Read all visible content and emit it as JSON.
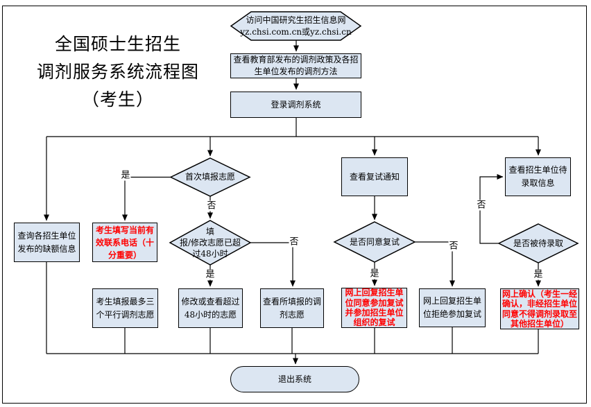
{
  "title": "全国硕士生招生\n调剂服务系统流程图\n（考生）",
  "labels": {
    "yes": "是",
    "no": "否"
  },
  "colors": {
    "node_fill": "#dce6f2",
    "node_border": "#000000",
    "red_text": "#ff0000"
  },
  "nodes": {
    "visit": {
      "shape": "hexagon",
      "text": "访问中国研究生招生信息网\nyz.chsi.com.cn或yz.chsi.cn"
    },
    "policy": {
      "shape": "process",
      "text": "查看教育部发布的调剂政策及各招\n生单位发布的调剂方法"
    },
    "login": {
      "shape": "process",
      "text": "登录调剂系统"
    },
    "deficiency": {
      "shape": "process",
      "text": "查询各招生单位\n发布的缺额信息"
    },
    "first_time": {
      "shape": "decision",
      "text": "首次填报志愿"
    },
    "phone": {
      "shape": "process",
      "text": "考生填写当前有\n效联系电话（十\n分重要）",
      "emphasis": "red"
    },
    "over48h": {
      "shape": "decision",
      "text": "填\n报/修改志愿已超\n过48小时"
    },
    "max_three": {
      "shape": "process",
      "text": "考生填报最多三\n个平行调剂志愿"
    },
    "modify": {
      "shape": "process",
      "text": "修改或查看超过\n48小时的志愿"
    },
    "view_filled": {
      "shape": "process",
      "text": "查看所填报的调\n剂志愿"
    },
    "notice": {
      "shape": "process",
      "text": "查看复试通知"
    },
    "agree": {
      "shape": "decision",
      "text": "是否同意复试"
    },
    "reply_agree": {
      "shape": "process",
      "text": "网上回复招生单\n位同意参加复试\n并参加招生单位\n组织的复试",
      "emphasis": "red"
    },
    "reply_refuse": {
      "shape": "process",
      "text": "网上回复招生单\n位拒绝参加复试"
    },
    "pending": {
      "shape": "process",
      "text": "查看招生单位待\n录取信息"
    },
    "admitted": {
      "shape": "decision",
      "text": "是否被待录取"
    },
    "confirm": {
      "shape": "process",
      "text": "网上确认（考生一经\n确认，非经招生单位\n同意不得调剂录取至\n其他招生单位）",
      "emphasis": "red"
    },
    "exit": {
      "shape": "terminator",
      "text": "退出系统"
    }
  }
}
